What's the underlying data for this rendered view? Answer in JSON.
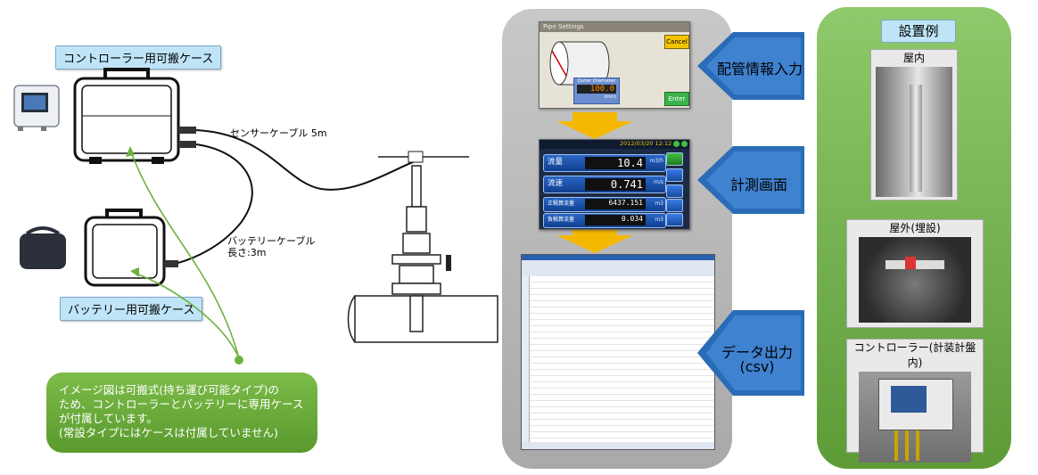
{
  "left": {
    "controller_case_label": "コントローラー用可搬ケース",
    "battery_case_label": "バッテリー用可搬ケース",
    "sensor_cable_label": "センサーケーブル 5m",
    "battery_cable_label_1": "バッテリーケーブル",
    "battery_cable_label_2": "長さ:3m",
    "note_lines": [
      "イメージ図は可搬式(持ち運び可能タイプ)の",
      "ため、コントローラーとバッテリーに専用ケース",
      "が付属しています。",
      "(常設タイプにはケースは付属していません)"
    ]
  },
  "middle": {
    "step1_label": "配管情報入力",
    "step2_label": "計測画面",
    "step3_label_1": "データ出力",
    "step3_label_2": "(csv)",
    "pipe_screen": {
      "title": "Pipe Settings",
      "cancel_label": "Cancel",
      "enter_label": "Enter",
      "field_label": "Outer Diameter",
      "field_value": "100.0",
      "field_unit": "(mm)"
    },
    "measure_screen": {
      "header_date": "2012/03/20 12:12",
      "rows": [
        {
          "label": "流量",
          "value": "10.4",
          "unit": "m3/h"
        },
        {
          "label": "流速",
          "value": "0.741",
          "unit": "m/s"
        },
        {
          "label": "正積算流量",
          "value": "6437.151",
          "unit": "m3"
        },
        {
          "label": "負積算流量",
          "value": "0.034",
          "unit": "m3"
        }
      ]
    }
  },
  "right": {
    "title": "設置例",
    "examples": [
      {
        "caption": "屋内"
      },
      {
        "caption": "屋外(埋設)"
      },
      {
        "caption": "コントローラー(計装計盤内)"
      }
    ]
  },
  "colors": {
    "green_panel": "#6aab43",
    "gray_panel": "#b5b5b5",
    "arrow_blue": "#2b6cb8",
    "arrow_yellow": "#f5b800",
    "label_blue": "#bfe4f7",
    "note_green": "#6db23f"
  }
}
